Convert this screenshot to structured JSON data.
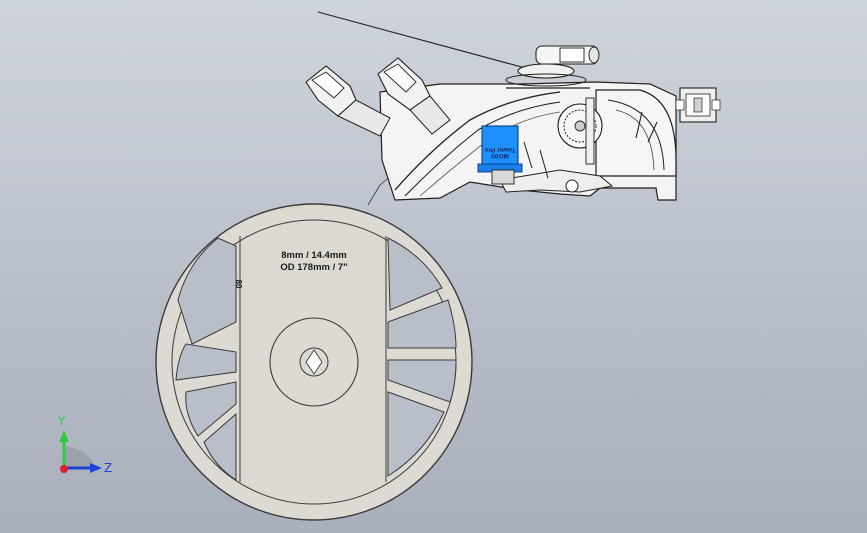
{
  "window": {
    "background_top": "#cfd4dc",
    "background_bottom": "#a9b0bb"
  },
  "model": {
    "reel": {
      "label_line1": "8mm / 14.4mm",
      "label_line2": "OD 178mm / 7\"",
      "color": "#dcdad3",
      "side_text": "80"
    },
    "servo": {
      "model_text": "MG90",
      "brand_text": "Tower Pro",
      "color": "#1e90ff"
    }
  },
  "triad": {
    "y_label": "Y",
    "z_label": "Z",
    "y_color": "#2ecc40",
    "z_color": "#1f3fd6",
    "origin_color": "#e0202a"
  }
}
